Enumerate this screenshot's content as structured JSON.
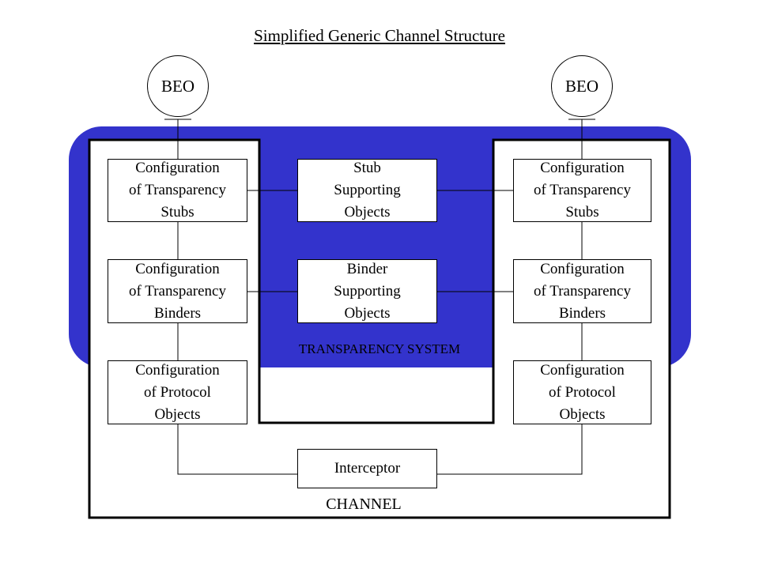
{
  "title": "Simplified Generic Channel Structure",
  "colors": {
    "transparency_system": "#3333CC",
    "lines": "#000000",
    "background": "#FFFFFF"
  },
  "beo": {
    "left": "BEO",
    "right": "BEO"
  },
  "left_column": {
    "stubs": "Configuration\nof Transparency\nStubs",
    "binders": "Configuration\nof Transparency\nBinders",
    "protocol": "Configuration\nof Protocol\nObjects"
  },
  "center_column": {
    "stub_supporting": "Stub\nSupporting\nObjects",
    "binder_supporting": "Binder\nSupporting\nObjects",
    "interceptor": "Interceptor"
  },
  "right_column": {
    "stubs": "Configuration\nof Transparency\nStubs",
    "binders": "Configuration\nof Transparency\nBinders",
    "protocol": "Configuration\nof Protocol\nObjects"
  },
  "labels": {
    "transparency_system": "TRANSPARENCY SYSTEM",
    "channel": "CHANNEL"
  }
}
